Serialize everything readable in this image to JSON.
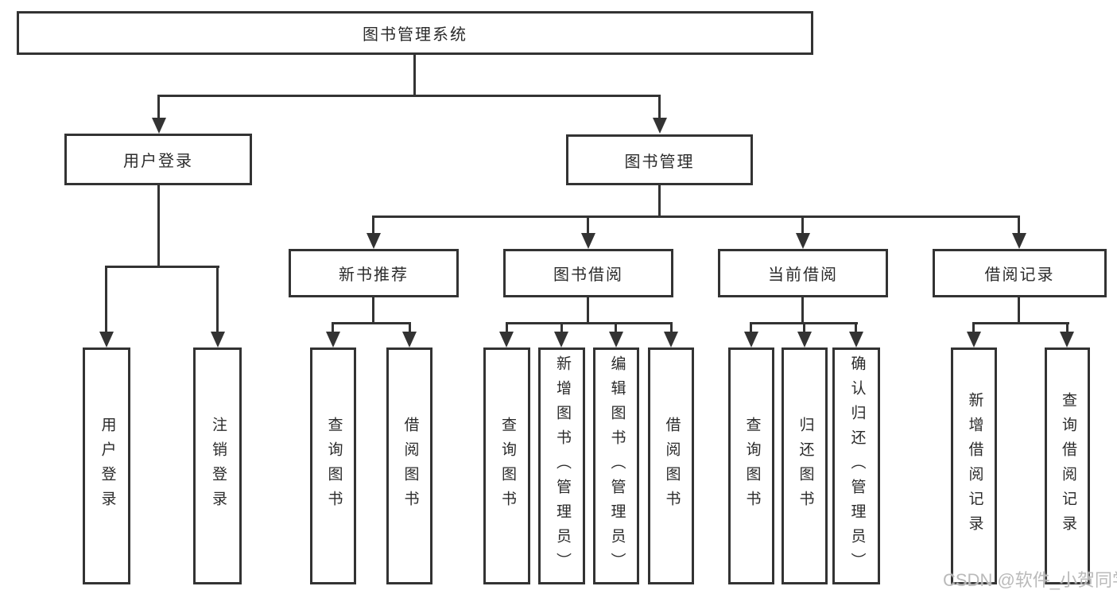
{
  "root": {
    "label": "图书管理系统"
  },
  "branches": [
    {
      "label": "用户登录",
      "children": [
        {
          "label": "用户登录"
        },
        {
          "label": "注销登录"
        }
      ]
    },
    {
      "label": "图书管理",
      "children": [
        {
          "label": "新书推荐",
          "children": [
            {
              "label": "查询图书"
            },
            {
              "label": "借阅图书"
            }
          ]
        },
        {
          "label": "图书借阅",
          "children": [
            {
              "label": "查询图书"
            },
            {
              "label": "新增图书（管理员）"
            },
            {
              "label": "编辑图书（管理员）"
            },
            {
              "label": "借阅图书"
            }
          ]
        },
        {
          "label": "当前借阅",
          "children": [
            {
              "label": "查询图书"
            },
            {
              "label": "归还图书"
            },
            {
              "label": "确认归还（管理员）"
            }
          ]
        },
        {
          "label": "借阅记录",
          "children": [
            {
              "label": "新增借阅记录"
            },
            {
              "label": "查询借阅记录"
            }
          ]
        }
      ]
    }
  ],
  "watermark": "CSDN @软件_小贺同学",
  "colors": {
    "line": "#333333",
    "text": "#2b2b2b",
    "watermark": "#b6b6b6",
    "background": "#ffffff"
  }
}
